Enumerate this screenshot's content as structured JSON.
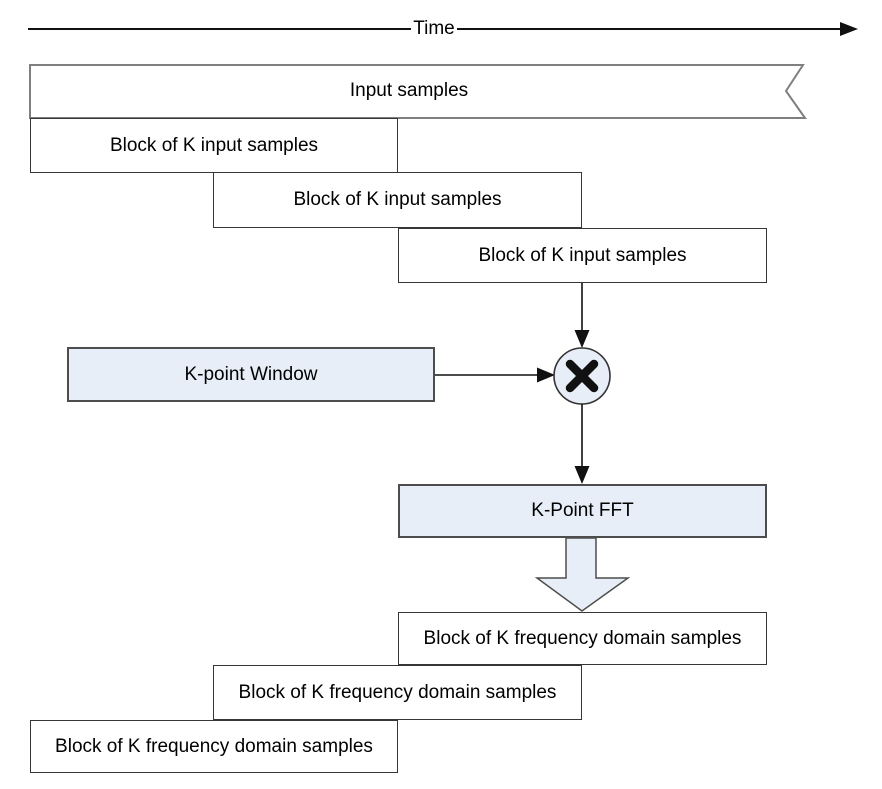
{
  "diagram": {
    "time_axis": {
      "label": "Time"
    },
    "input_stream": {
      "label": "Input samples"
    },
    "input_blocks": [
      {
        "label": "Block of K input samples"
      },
      {
        "label": "Block of K input samples"
      },
      {
        "label": "Block of K input samples"
      }
    ],
    "window_box": {
      "label": "K-point Window"
    },
    "fft_box": {
      "label": "K-Point FFT"
    },
    "output_blocks": [
      {
        "label": "Block of K frequency domain samples"
      },
      {
        "label": "Block of K frequency domain samples"
      },
      {
        "label": "Block of K frequency domain samples"
      }
    ],
    "icons": {
      "multiply": "multiply-icon (circled ×)",
      "time_arrowhead": "right-arrowhead-icon",
      "big_down_arrow": "hollow-down-arrow-icon"
    },
    "colors": {
      "shape_fill": "#e8eef7",
      "shape_border": "#4d4d4d",
      "box_border": "#363636",
      "stream_border": "#7f7f7f",
      "line": "#111111",
      "background": "#ffffff"
    }
  }
}
